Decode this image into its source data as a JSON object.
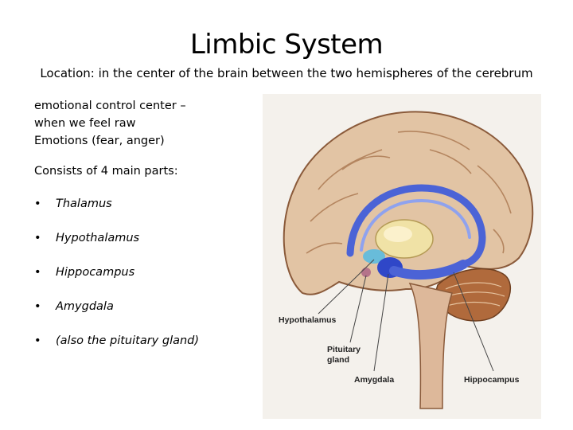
{
  "slide": {
    "title": "Limbic System",
    "subtitle": "Location: in the center of the brain between the two hemispheres of the cerebrum",
    "description_lines": [
      "emotional control center –",
      "when we feel raw",
      "Emotions (fear, anger)"
    ],
    "consists_label": "Consists of 4 main parts:",
    "bullet_char": "•",
    "bullets": [
      "Thalamus",
      "Hypothalamus",
      "Hippocampus",
      "Amygdala",
      "(also the pituitary gland)"
    ]
  },
  "figure": {
    "labels": {
      "hypothalamus": "Hypothalamus",
      "pituitary_line1": "Pituitary",
      "pituitary_line2": "gland",
      "amygdala": "Amygdala",
      "hippocampus": "Hippocampus"
    },
    "colors": {
      "cortex": "#e2c4a4",
      "cortex_outline": "#8a5a3a",
      "limbic_blue": "#4b63d6",
      "cerebellum": "#b06a3c"
    }
  }
}
